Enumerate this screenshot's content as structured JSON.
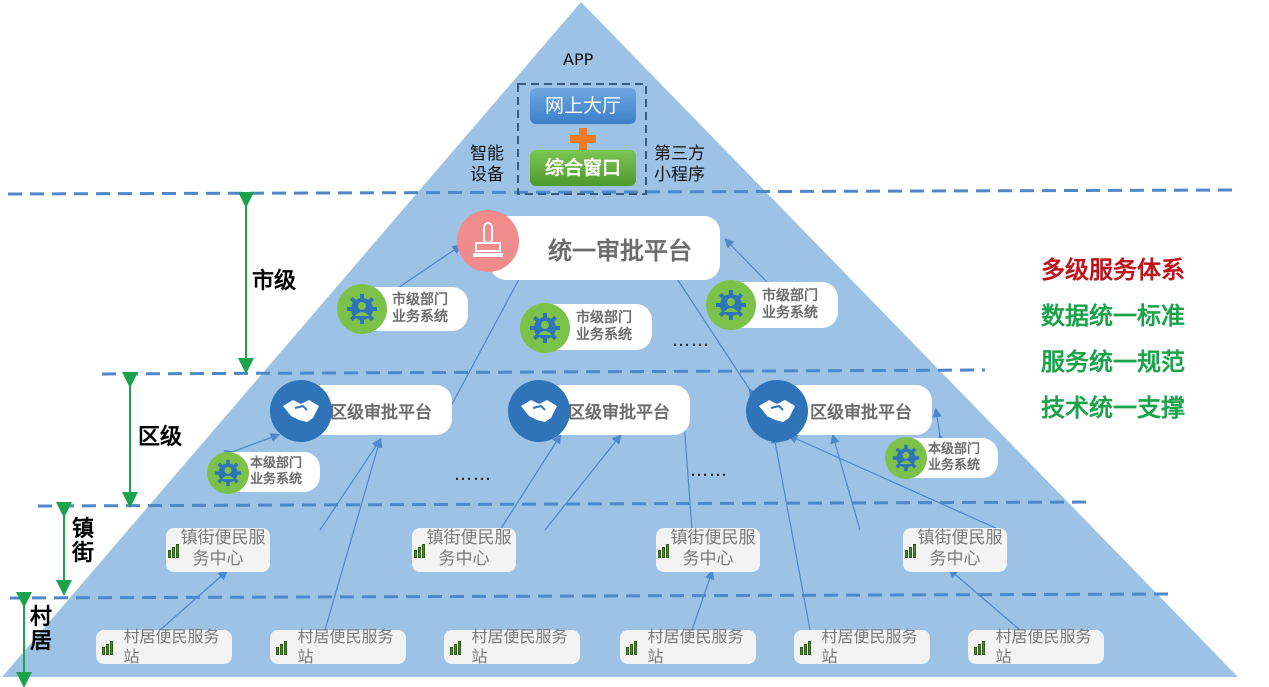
{
  "colors": {
    "pyramid": "#9cc2e6",
    "dash": "#4f87c8",
    "green_arrow": "#1aa34a",
    "slogan_red": "#c0141c",
    "slogan_green": "#1aa34a",
    "gear_circle": "#7cc14a",
    "handshake_circle": "#2f74b8",
    "stamp_circle": "#f28b8b",
    "orange_plus": "#f07c22"
  },
  "top": {
    "app_label": "APP",
    "online_hall": "网上大厅",
    "plus": "+",
    "service_window": "综合窗口",
    "smart_device": [
      "智能",
      "设备"
    ],
    "third_party": [
      "第三方",
      "小程序"
    ]
  },
  "levels": {
    "city": "市级",
    "district": "区级",
    "town": [
      "镇",
      "街"
    ],
    "village": [
      "村",
      "居"
    ]
  },
  "city": {
    "platform": "统一审批平台",
    "dept_systems": [
      {
        "line1": "市级部门",
        "line2": "业务系统"
      },
      {
        "line1": "市级部门",
        "line2": "业务系统"
      },
      {
        "line1": "市级部门",
        "line2": "业务系统"
      }
    ],
    "ellipsis": "……"
  },
  "district": {
    "platforms": [
      "区级审批平台",
      "区级审批平台",
      "区级审批平台"
    ],
    "dept_systems": [
      {
        "line1": "本级部门",
        "line2": "业务系统"
      },
      {
        "line1": "本级部门",
        "line2": "业务系统"
      }
    ],
    "ellipsis": [
      "……",
      "……"
    ]
  },
  "town": {
    "centers": [
      {
        "line1": "镇街便民服",
        "line2": "务中心"
      },
      {
        "line1": "镇街便民服",
        "line2": "务中心"
      },
      {
        "line1": "镇街便民服",
        "line2": "务中心"
      },
      {
        "line1": "镇街便民服",
        "line2": "务中心"
      }
    ]
  },
  "village": {
    "stations": [
      "村居便民服务站",
      "村居便民服务站",
      "村居便民服务站",
      "村居便民服务站",
      "村居便民服务站",
      "村居便民服务站"
    ]
  },
  "slogans": [
    {
      "text": "多级服务体系",
      "tone": "red"
    },
    {
      "text": "数据统一标准",
      "tone": "green"
    },
    {
      "text": "服务统一规范",
      "tone": "green"
    },
    {
      "text": "技术统一支撑",
      "tone": "green"
    }
  ]
}
